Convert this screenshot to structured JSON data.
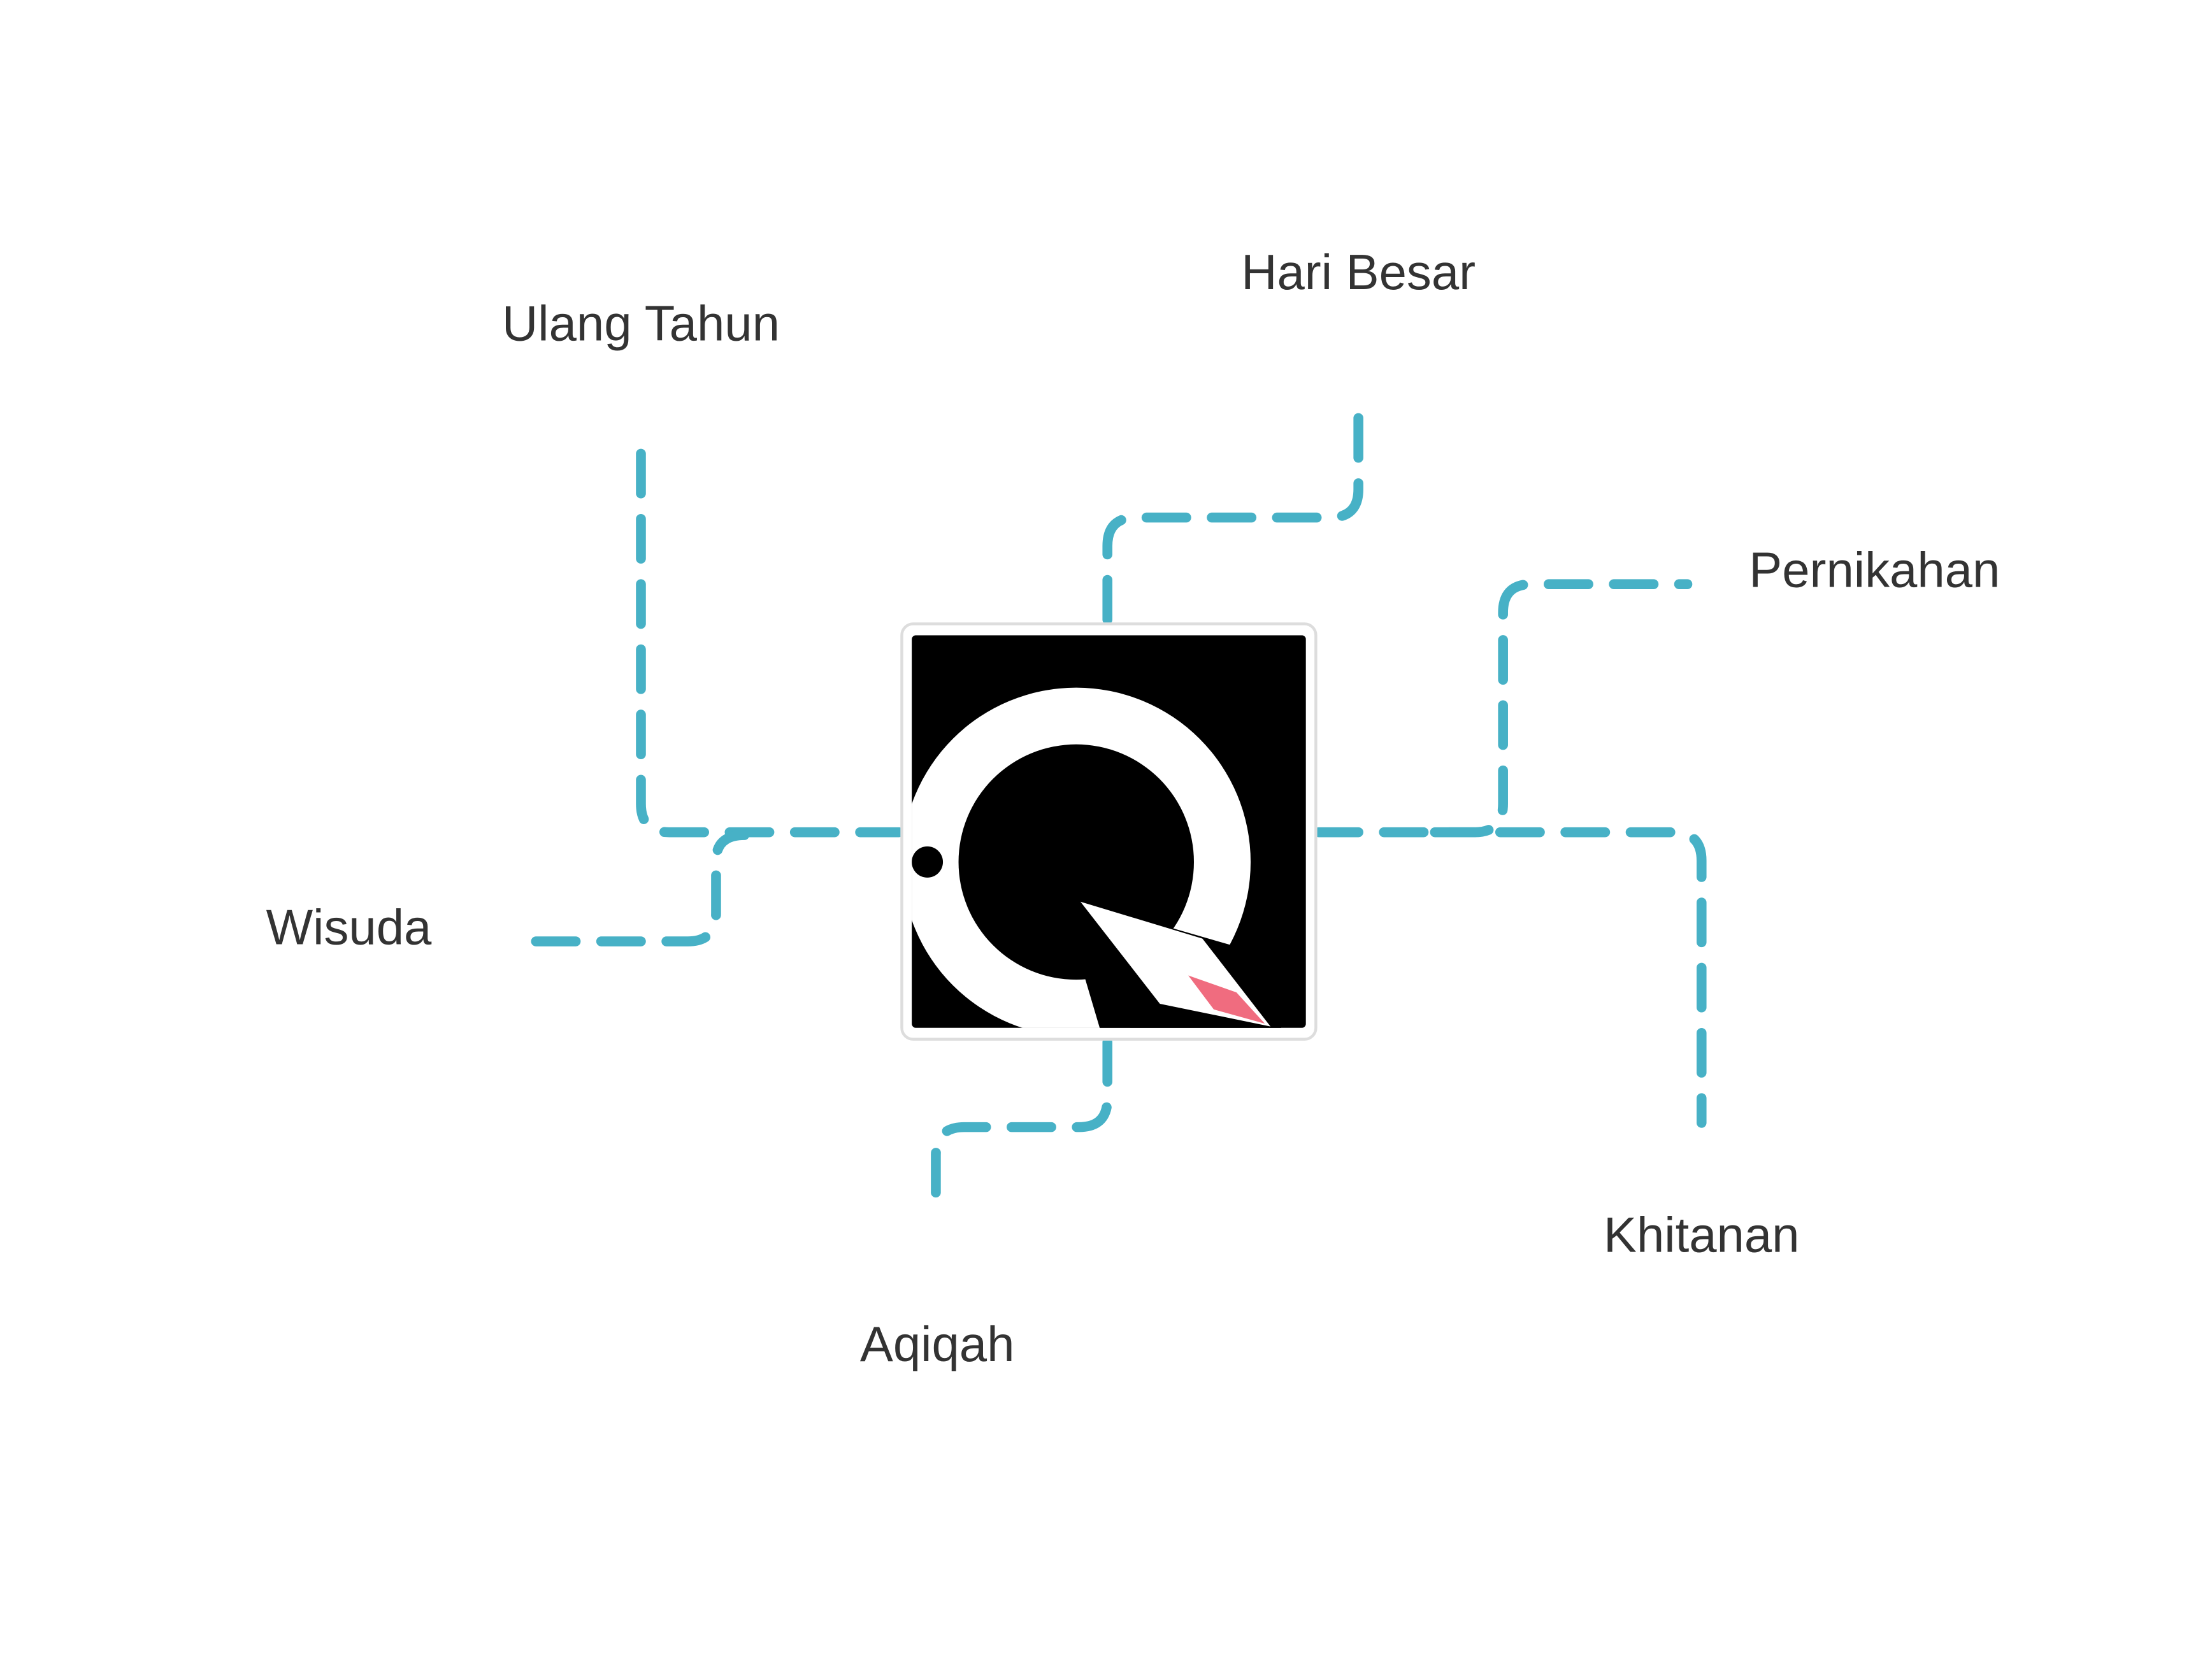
{
  "diagram": {
    "center": {
      "logo_icon": "q-logo-icon",
      "logo_accent": "#f06c7f"
    },
    "connector_color": "#47b1c6",
    "labels": {
      "ulang_tahun": "Ulang Tahun",
      "hari_besar": "Hari Besar",
      "pernikahan": "Pernikahan",
      "wisuda": "Wisuda",
      "khitanan": "Khitanan",
      "aqiqah": "Aqiqah"
    }
  }
}
